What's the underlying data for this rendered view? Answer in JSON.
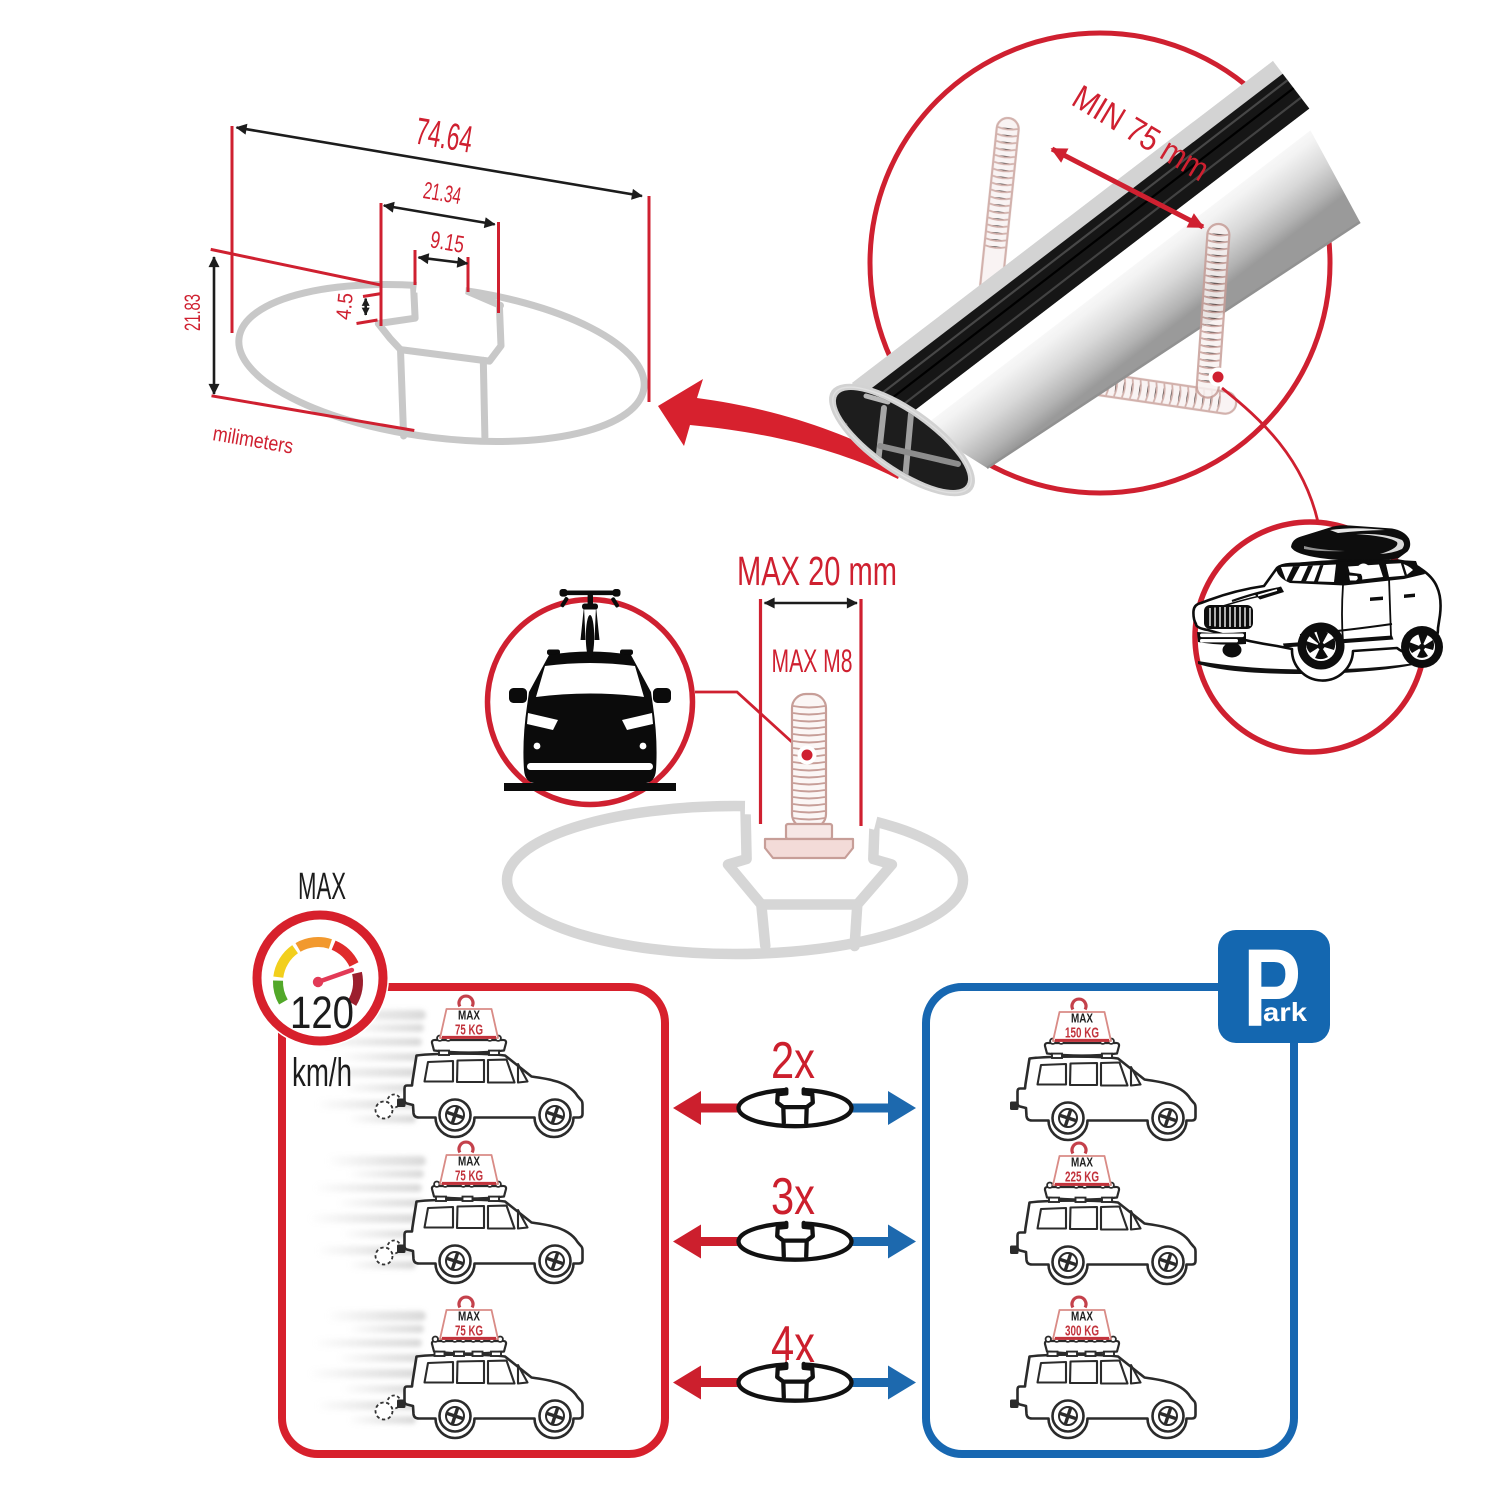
{
  "palette": {
    "red": "#cf2030",
    "box_red": "#d7202c",
    "blue": "#1767b1",
    "drawing_gray": "#c8c8c8",
    "faded_gray": "#d6d6d6",
    "bolt_pink": "#c79e98",
    "gauge_green": "#52a829",
    "gauge_yellow": "#f2cf1d",
    "gauge_orange": "#f2992e",
    "gauge_red": "#e02b2b",
    "gauge_darkred": "#9c1f2e",
    "needle": "#e23a56"
  },
  "technical_drawing": {
    "total_width": "74.64",
    "slot_width": "21.34",
    "channel_width": "9.15",
    "slot_depth": "4.5",
    "profile_height": "21.83",
    "units_label": "milimeters"
  },
  "bar_photo": {
    "min_span_label": "MIN 75 mm"
  },
  "bolt_diagram": {
    "max_width_label": "MAX 20 mm",
    "max_thread_label": "MAX M8"
  },
  "speed_limit": {
    "label": "MAX",
    "value": "120",
    "unit": "km/h"
  },
  "park_sign": {
    "initial": "P",
    "rest": "ark"
  },
  "rows": [
    {
      "qty": "2x"
    },
    {
      "qty": "3x"
    },
    {
      "qty": "4x"
    }
  ],
  "driving": {
    "cars": [
      {
        "label": "MAX",
        "value": "75 KG"
      },
      {
        "label": "MAX",
        "value": "75 KG"
      },
      {
        "label": "MAX",
        "value": "75 KG"
      }
    ]
  },
  "parked": {
    "cars": [
      {
        "label": "MAX",
        "value": "150 KG"
      },
      {
        "label": "MAX",
        "value": "225 KG"
      },
      {
        "label": "MAX",
        "value": "300 KG"
      }
    ]
  }
}
